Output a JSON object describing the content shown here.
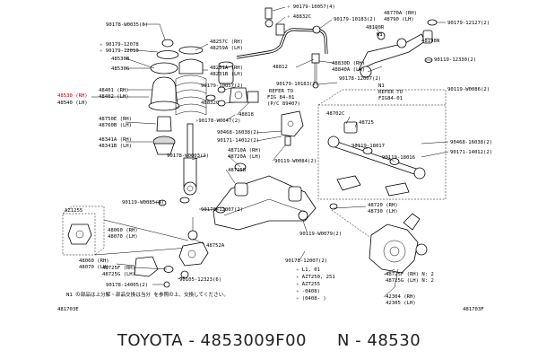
{
  "labels": [
    {
      "t": "90178-W0035(6)"
    },
    {
      "t": "✧ 90179-12078"
    },
    {
      "t": "✧ 90179-12010"
    },
    {
      "t": "48530B"
    },
    {
      "t": "48530G"
    },
    {
      "t": "48530 (RH)"
    },
    {
      "t": "48540 (LH)"
    },
    {
      "t": "48401 (RH)"
    },
    {
      "t": "48402 (LH)"
    },
    {
      "t": "48750E (RH)"
    },
    {
      "t": "48760B (LH)"
    },
    {
      "t": "48341A (RH)"
    },
    {
      "t": "48341B (LH)"
    },
    {
      "t": "48257C (RH)"
    },
    {
      "t": "48259A (LH)"
    },
    {
      "t": "48231A (RH)"
    },
    {
      "t": "48231B (LH)"
    },
    {
      "t": "✧ 90179-10057(4)"
    },
    {
      "t": "✧ 48832C"
    },
    {
      "t": "90179-10183(2)"
    },
    {
      "t": "48770A (RH)"
    },
    {
      "t": "48790 (LH)"
    },
    {
      "t": "48190R"
    },
    {
      "t": "N1"
    },
    {
      "t": "48198N"
    },
    {
      "t": "90179-12127(2)"
    },
    {
      "t": "48812"
    },
    {
      "t": "48830D (RH)"
    },
    {
      "t": "48840A (LH)"
    },
    {
      "t": "90119-12330(2)"
    },
    {
      "t": "90179-10183(2)"
    },
    {
      "t": "90178-12007(2)"
    },
    {
      "t": "90179-10057(2)"
    },
    {
      "t": "48832C"
    },
    {
      "t": "48818"
    },
    {
      "t": "REFER TO"
    },
    {
      "t": "FIG 84-01"
    },
    {
      "t": "(P/C 89407)"
    },
    {
      "t": "REFER TO"
    },
    {
      "t": "FIG84-01"
    },
    {
      "t": "N1"
    },
    {
      "t": "90119-W0086(2)"
    },
    {
      "t": "✧90178-W0047(2)"
    },
    {
      "t": "90468-16038(2)"
    },
    {
      "t": "90171-14012(2)"
    },
    {
      "t": "48702C"
    },
    {
      "t": "48725"
    },
    {
      "t": "90119-18017"
    },
    {
      "t": "90119-18016"
    },
    {
      "t": "90468-16038(2)"
    },
    {
      "t": "90171-14012(2)"
    },
    {
      "t": "90178-W0003(2)"
    },
    {
      "t": "48710A (RH)"
    },
    {
      "t": "48720A (LH)"
    },
    {
      "t": "90119-W0084(2)"
    },
    {
      "t": "48725B"
    },
    {
      "t": "90119-W0085(2)"
    },
    {
      "t": "90178-12007(2)"
    },
    {
      "t": "AZ1255"
    },
    {
      "t": "48060 (RH)"
    },
    {
      "t": "48070 (LH)"
    },
    {
      "t": "48752A"
    },
    {
      "t": "90119-W0079(2)"
    },
    {
      "t": "48720 (RH)"
    },
    {
      "t": "48730 (LH)"
    },
    {
      "t": "48060 (RH)"
    },
    {
      "t": "48070 (LH)"
    },
    {
      "t": "48725F (RH)"
    },
    {
      "t": "48725G (LH)"
    },
    {
      "t": "90178-14005(2)"
    },
    {
      "t": "90105-12323(6)"
    },
    {
      "t": "90178-12007(2)"
    },
    {
      "t": "48725F (RH) N: 2"
    },
    {
      "t": "48725G (LH) N: 2"
    },
    {
      "t": "42304 (RH)"
    },
    {
      "t": "42305 (LH)"
    },
    {
      "t": "N1 の部品は上分解・部品交換は当分 を参照の上、交換してください。"
    },
    {
      "t": "✧  L1, 01"
    },
    {
      "t": "✧  AZT250, 251"
    },
    {
      "t": "✧  AZT255"
    },
    {
      "t": "✧      -0408)"
    },
    {
      "t": "✧  (0408-     )"
    },
    {
      "t": "481703E"
    },
    {
      "t": "481703F"
    }
  ],
  "caption": {
    "part": "TOYOTA - 4853009F00",
    "ref": "N - 48530"
  }
}
